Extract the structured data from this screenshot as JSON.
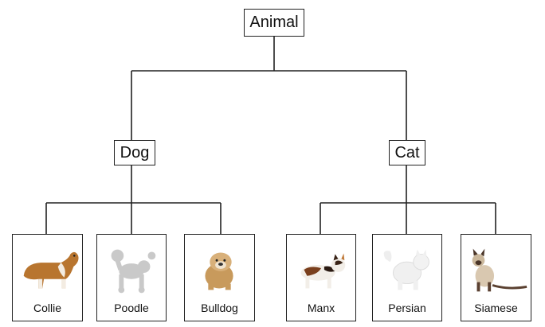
{
  "root": {
    "label": "Animal"
  },
  "dog": {
    "label": "Dog"
  },
  "cat": {
    "label": "Cat"
  },
  "leaves": [
    {
      "label": "Collie",
      "icon": "collie-dog-icon"
    },
    {
      "label": "Poodle",
      "icon": "poodle-dog-icon"
    },
    {
      "label": "Bulldog",
      "icon": "bulldog-icon"
    },
    {
      "label": "Manx",
      "icon": "manx-cat-icon"
    },
    {
      "label": "Persian",
      "icon": "persian-cat-icon"
    },
    {
      "label": "Siamese",
      "icon": "siamese-cat-icon"
    }
  ],
  "colors": {
    "line": "#222222"
  }
}
